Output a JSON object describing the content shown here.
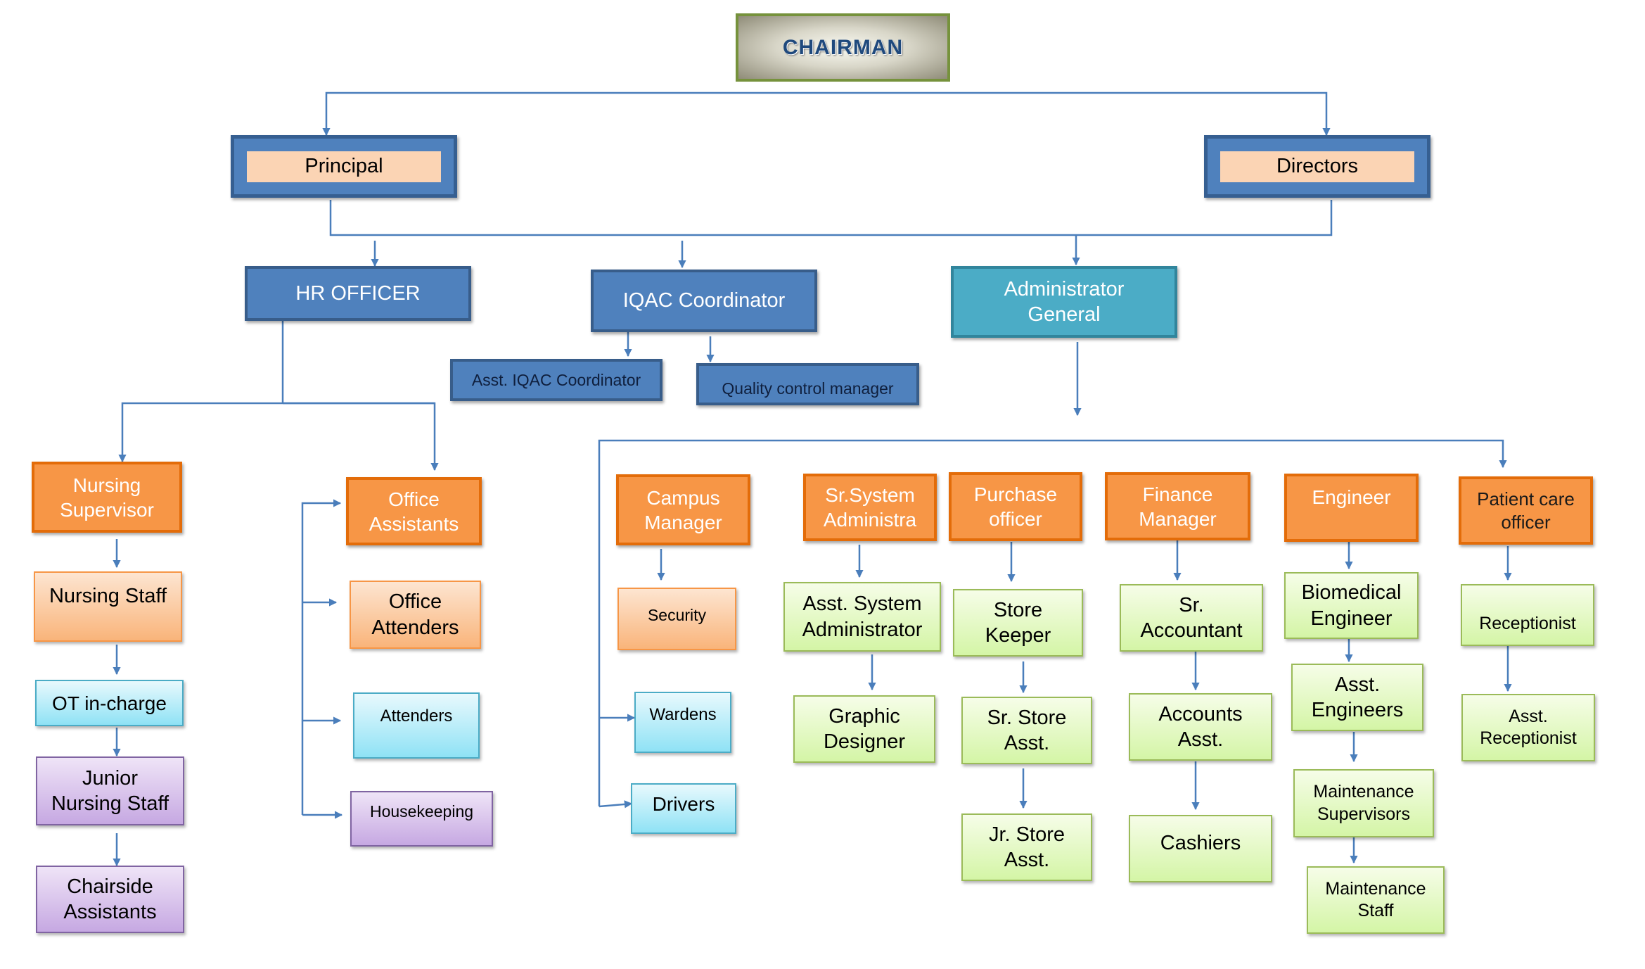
{
  "chart": {
    "root": "CHAIRMAN",
    "top_level": {
      "principal": "Principal",
      "directors": "Directors"
    },
    "second_level": {
      "hr_officer": "HR OFFICER",
      "iqac_coordinator": "IQAC Coordinator",
      "administrator_general": "Administrator\nGeneral"
    },
    "iqac_team": {
      "asst_iqac_coordinator": "Asst. IQAC Coordinator",
      "quality_control_manager": "Quality control manager"
    },
    "hr_branch": {
      "nursing": {
        "head": "Nursing\nSupervisor",
        "chain": [
          "Nursing Staff",
          "OT in-charge",
          "Junior\nNursing Staff",
          "Chairside\nAssistants"
        ]
      },
      "office": {
        "head": "Office\nAssistants",
        "members": [
          "Office\nAttenders",
          "Attenders",
          "Housekeeping"
        ]
      }
    },
    "admin_branch": {
      "campus": {
        "head": "Campus\nManager",
        "members": [
          "Security",
          "Wardens",
          "Drivers"
        ]
      },
      "systems": {
        "head": "Sr.System\nAdministra",
        "chain": [
          "Asst. System\nAdministrator",
          "Graphic\nDesigner"
        ]
      },
      "purchase": {
        "head": "Purchase\nofficer",
        "chain": [
          "Store\nKeeper",
          "Sr. Store\nAsst.",
          "Jr. Store\nAsst."
        ]
      },
      "finance": {
        "head": "Finance\nManager",
        "chain": [
          "Sr.\nAccountant",
          "Accounts\nAsst.",
          "Cashiers"
        ]
      },
      "engineering": {
        "head": "Engineer",
        "chain": [
          "Biomedical\nEngineer",
          "Asst.\nEngineers",
          "Maintenance\nSupervisors",
          "Maintenance\nStaff"
        ]
      },
      "patient_care": {
        "head": "Patient care\nofficer",
        "chain": [
          "Receptionist",
          "Asst.\nReceptionist"
        ]
      }
    }
  },
  "colors": {
    "connector": "#4f81bd",
    "chairman_border": "#76923c",
    "primary_blue": "#4f81bd",
    "teal": "#4bacc6",
    "orange": "#f79646",
    "peach": "#fbd4b4",
    "cyan": "#92e3f5",
    "purple": "#ccb3e6",
    "green": "#d7f5ac"
  }
}
